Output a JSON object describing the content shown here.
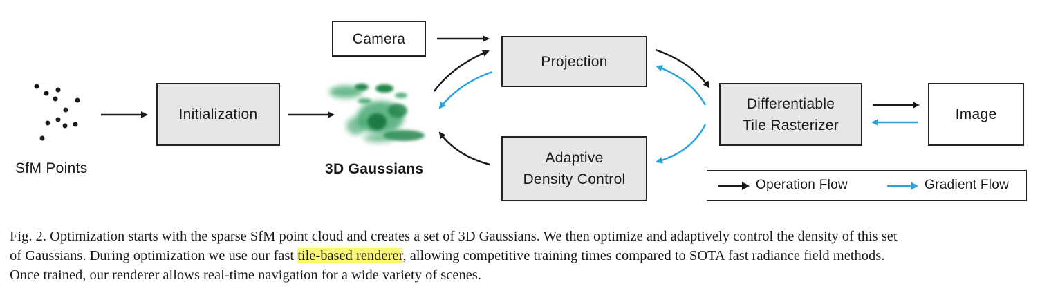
{
  "diagram": {
    "sfm_label": "SfM Points",
    "initialization": "Initialization",
    "gaussians_label": "3D Gaussians",
    "camera": "Camera",
    "projection": "Projection",
    "rasterizer_line1": "Differentiable",
    "rasterizer_line2": "Tile Rasterizer",
    "image": "Image",
    "density_line1": "Adaptive",
    "density_line2": "Density Control",
    "legend": {
      "operation": "Operation Flow",
      "gradient": "Gradient Flow"
    },
    "colors": {
      "operation_arrow": "#1a1a1a",
      "gradient_arrow": "#29a3dd",
      "box_fill": "#e6e6e6",
      "gaussian_green": "#2e9e5e"
    }
  },
  "caption": {
    "line1": "Fig. 2.  Optimization starts with the sparse SfM point cloud and creates a set of 3D Gaussians. We then optimize and adaptively control the density of this set",
    "line2_before": "of Gaussians. During optimization we use our fast ",
    "line2_highlight": "tile-based renderer",
    "line2_after": ", allowing competitive training times compared to SOTA fast radiance field methods.",
    "line3": "Once trained, our renderer allows real-time navigation for a wide variety of scenes."
  }
}
